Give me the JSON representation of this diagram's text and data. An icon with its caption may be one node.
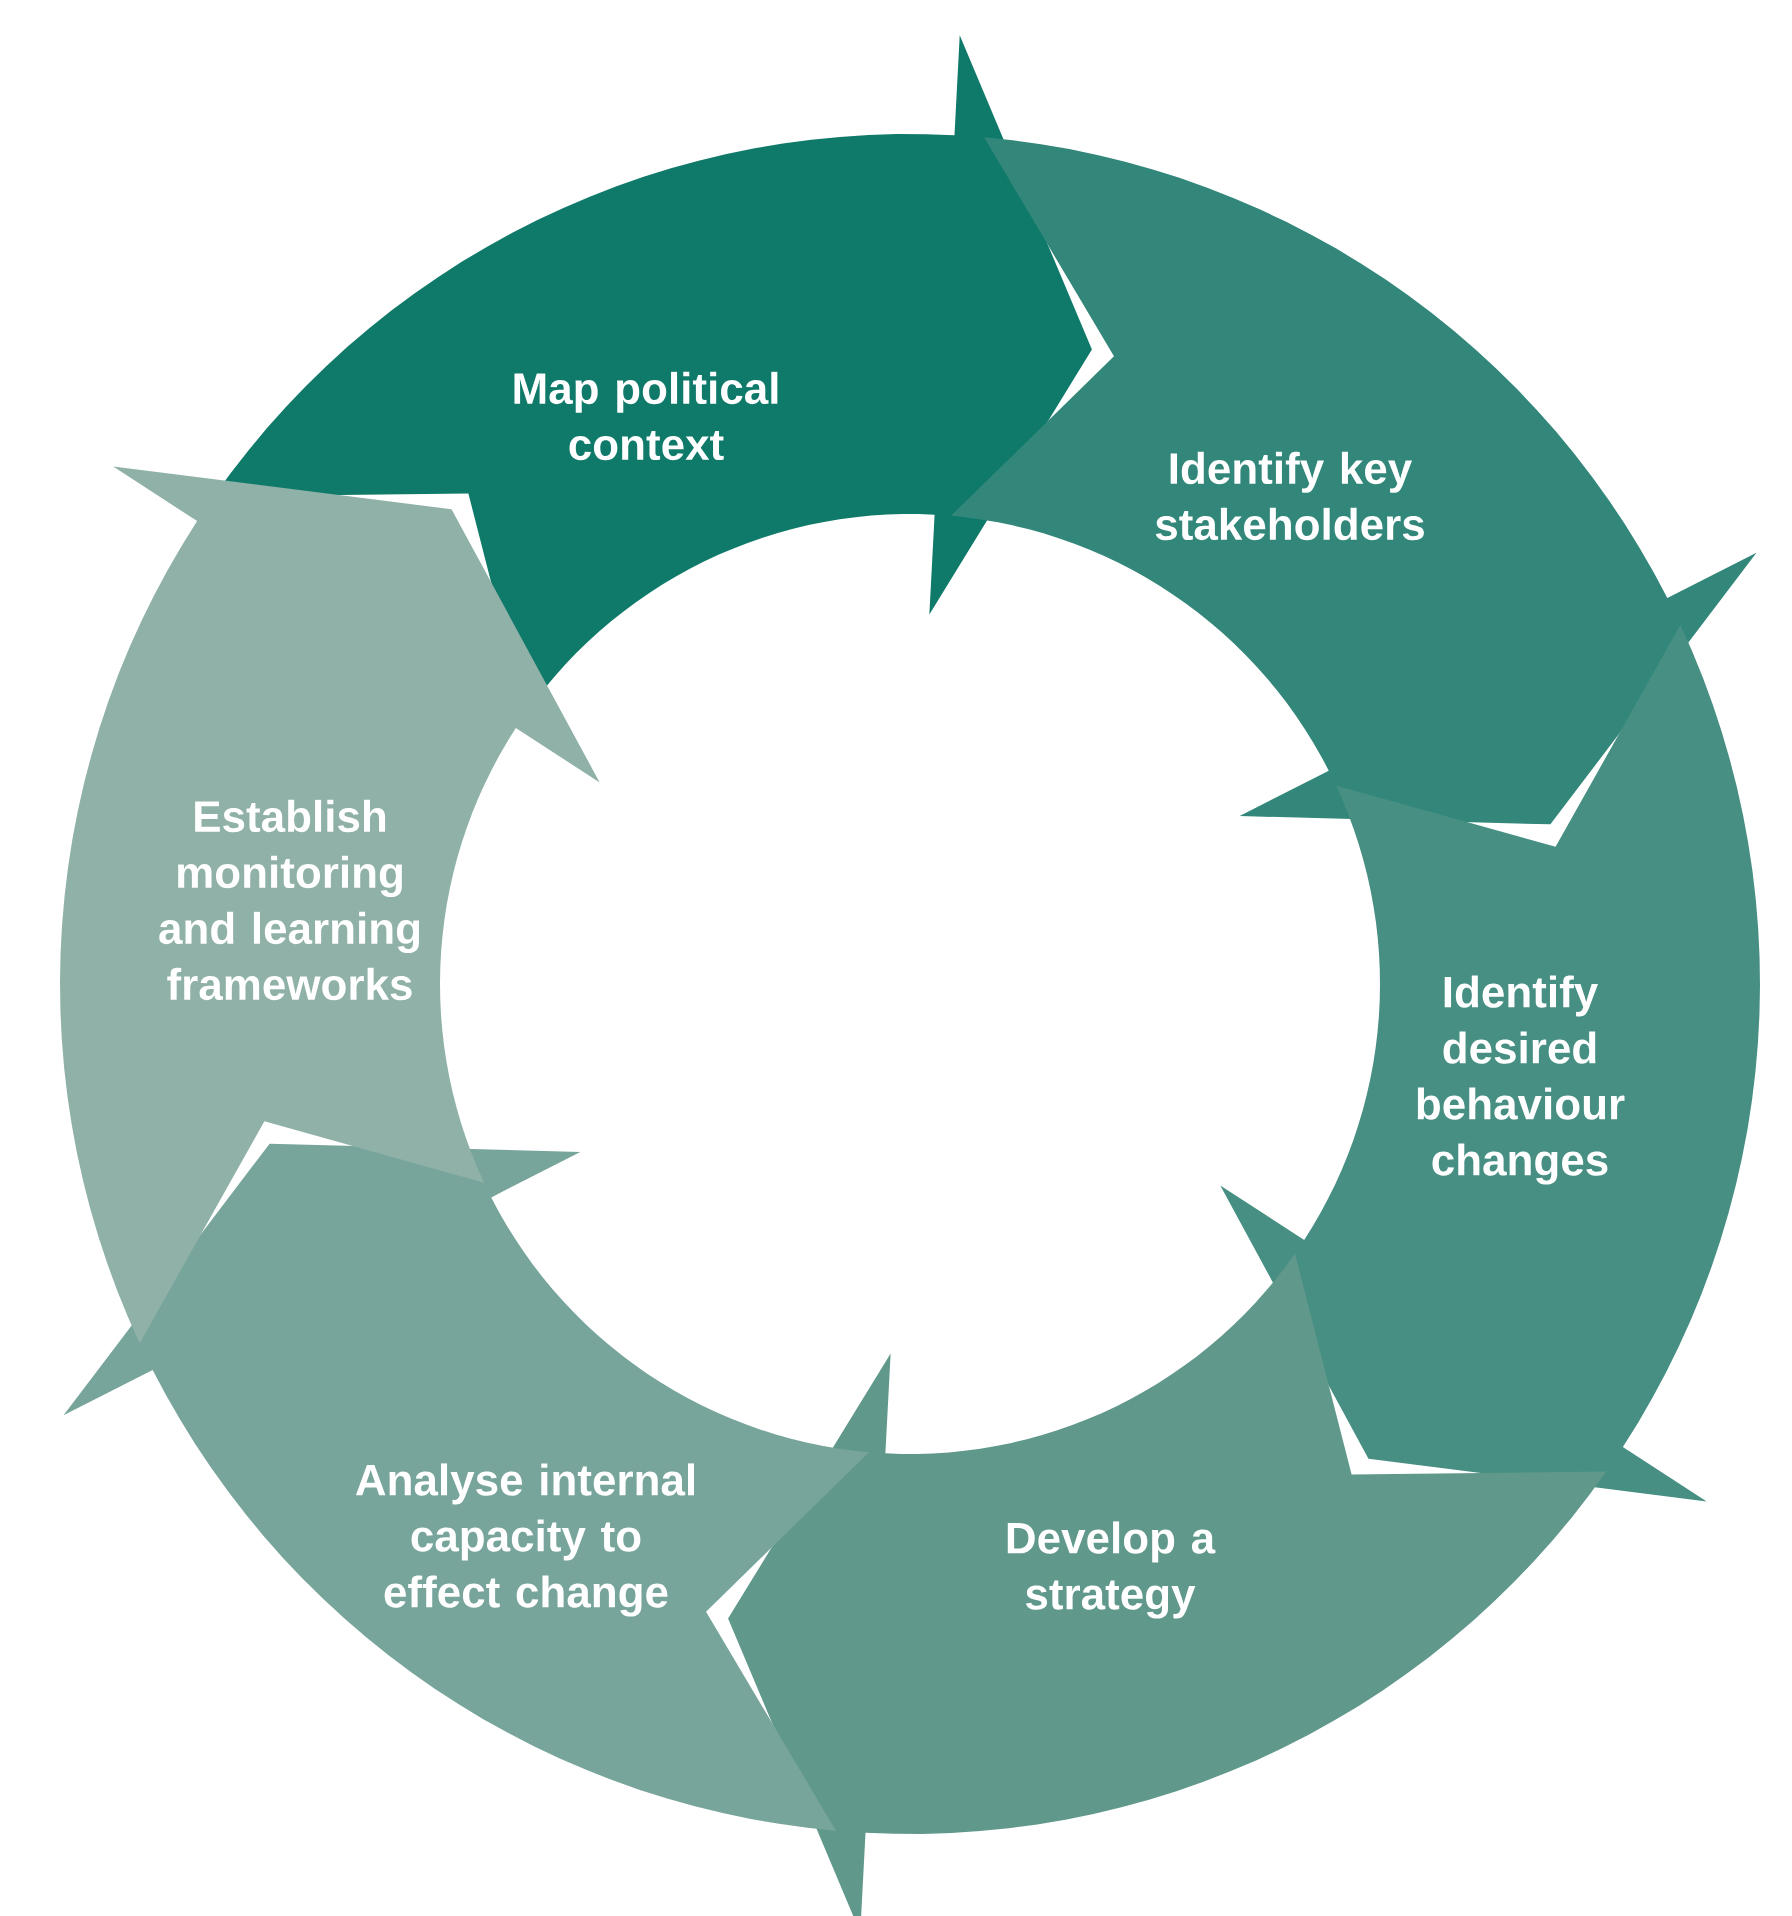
{
  "diagram": {
    "nodes": [
      {
        "text": [
          "Map political context"
        ]
      },
      {
        "text": [
          "Identify key stakeholders"
        ]
      },
      {
        "text": [
          "Identify desired behaviour changes"
        ]
      },
      {
        "text": [
          "Develop a strategy"
        ]
      },
      {
        "text": [
          "Analyse internal capacity to effect change"
        ]
      },
      {
        "text": [
          "Establish monitoring and learning frameworks"
        ]
      }
    ]
  }
}
